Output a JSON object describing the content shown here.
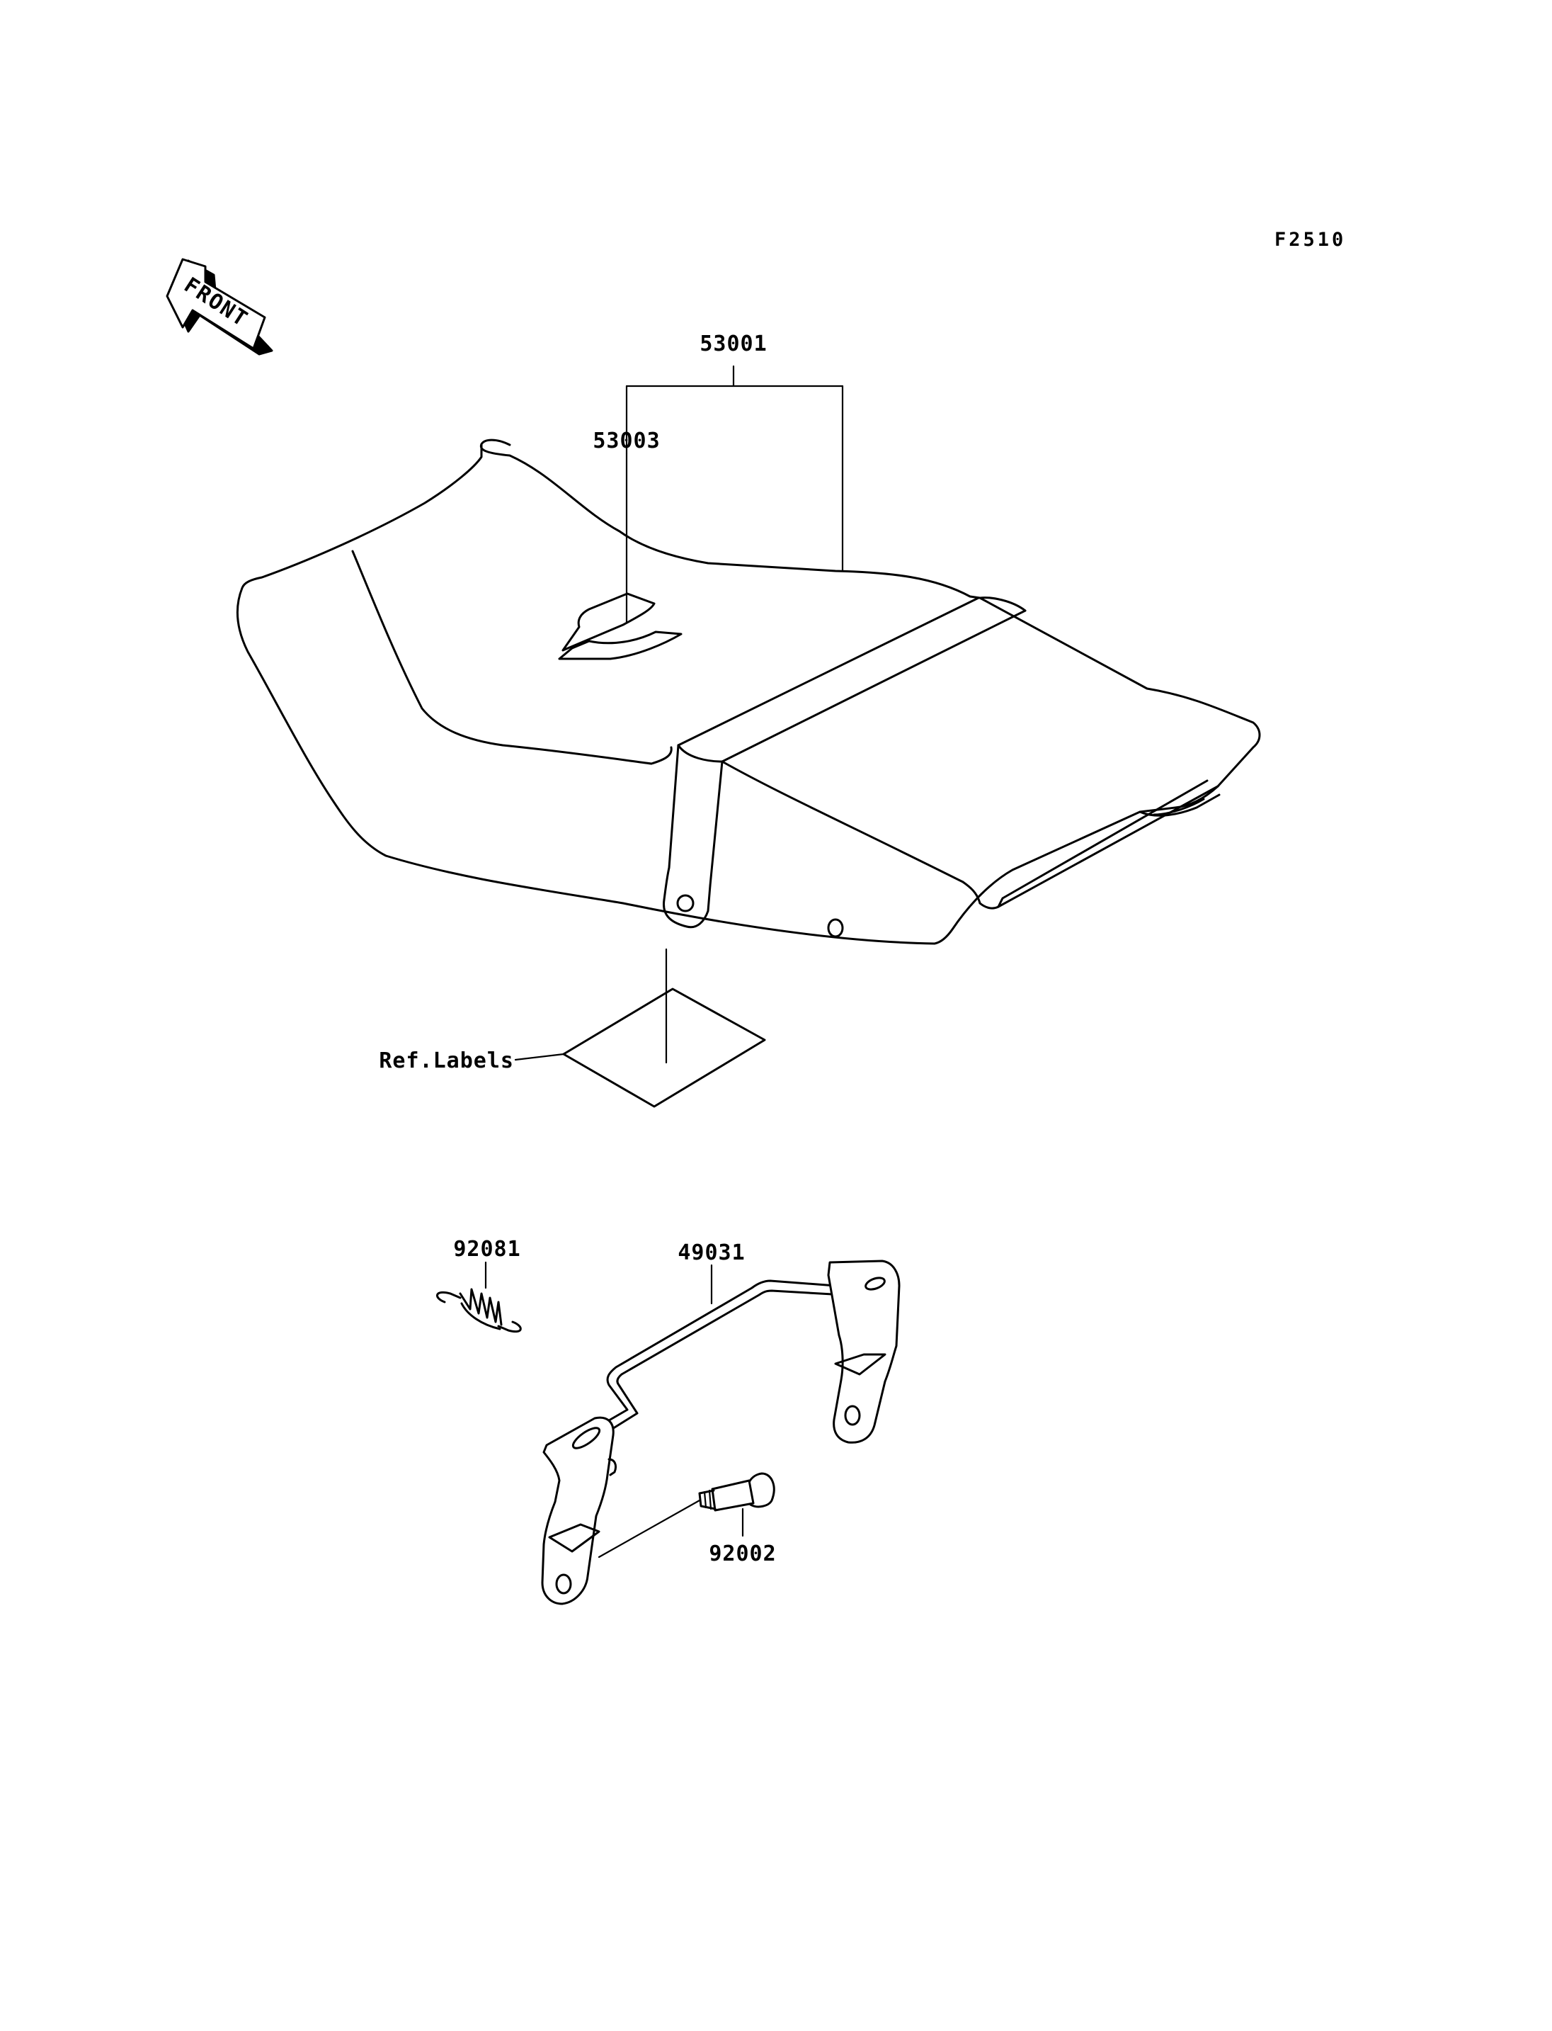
{
  "figure_code": "F2510",
  "front_badge": "FRONT",
  "parts": {
    "seat_assembly": "53001",
    "seat_cover": "53003",
    "ref_labels": "Ref.Labels",
    "spring": "92081",
    "seat_lock_bracket": "49031",
    "bolt": "92002"
  },
  "colors": {
    "line": "#000000",
    "background": "#ffffff"
  }
}
